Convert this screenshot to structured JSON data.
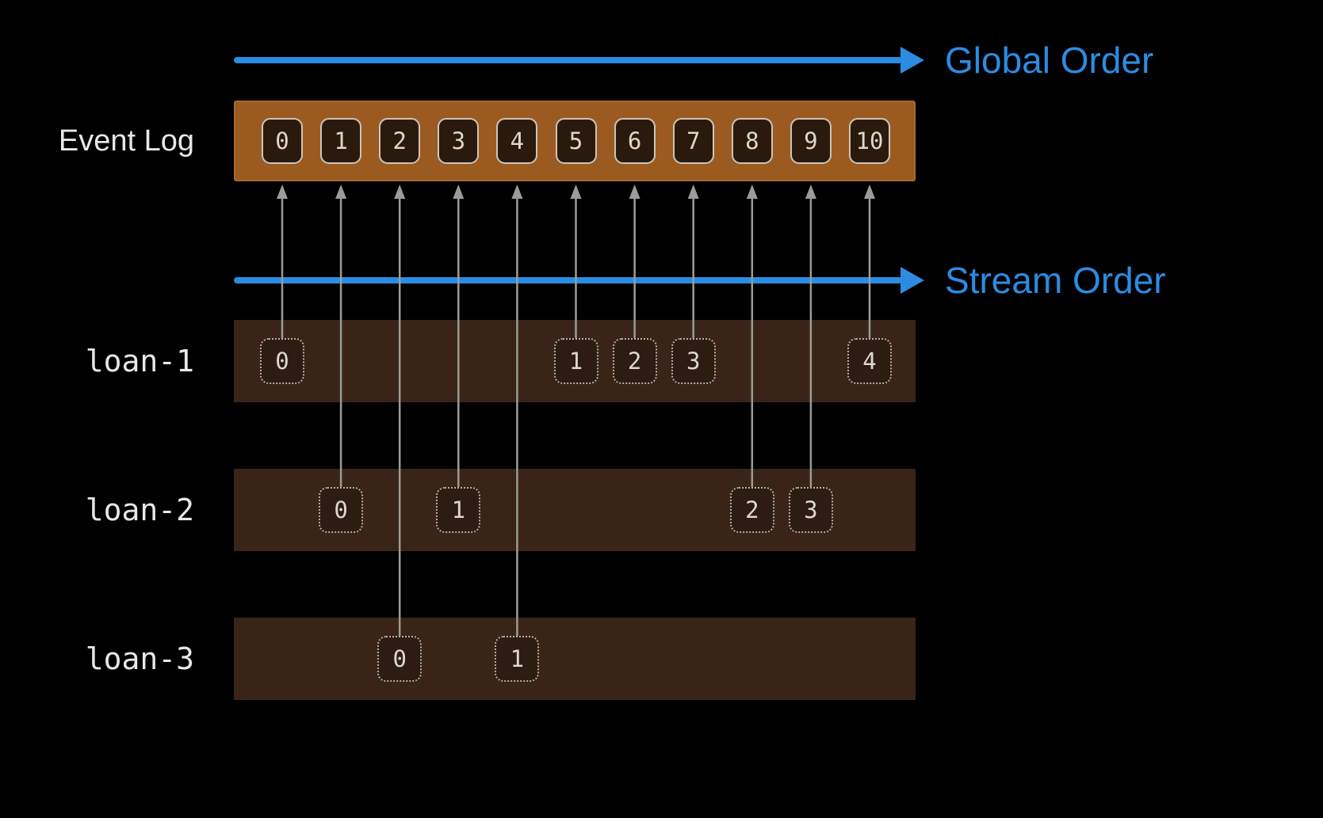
{
  "arrows": {
    "global": {
      "label": "Global Order"
    },
    "stream": {
      "label": "Stream Order"
    }
  },
  "event_log": {
    "label": "Event Log",
    "cells": [
      "0",
      "1",
      "2",
      "3",
      "4",
      "5",
      "6",
      "7",
      "8",
      "9",
      "10"
    ]
  },
  "streams": [
    {
      "label": "loan-1",
      "cells": [
        {
          "text": "0",
          "global_index": 0
        },
        {
          "text": "1",
          "global_index": 5
        },
        {
          "text": "2",
          "global_index": 6
        },
        {
          "text": "3",
          "global_index": 7
        },
        {
          "text": "4",
          "global_index": 10
        }
      ]
    },
    {
      "label": "loan-2",
      "cells": [
        {
          "text": "0",
          "global_index": 1
        },
        {
          "text": "1",
          "global_index": 3
        },
        {
          "text": "2",
          "global_index": 8
        },
        {
          "text": "3",
          "global_index": 9
        }
      ]
    },
    {
      "label": "loan-3",
      "cells": [
        {
          "text": "0",
          "global_index": 2
        },
        {
          "text": "1",
          "global_index": 4
        }
      ]
    }
  ],
  "colors": {
    "background": "#000000",
    "accent_blue": "#2b8ce2",
    "event_log_bar": "#9b5b20",
    "event_log_bar_border": "#a86a28",
    "event_cell_bg": "#2a1a0d",
    "cell_border": "#ccc5b8",
    "stream_bar": "#3a2418",
    "stream_cell_bg": "#2c1c11",
    "stream_cell_border": "#b7b2a6",
    "connector": "#9b9b97",
    "cell_text": "#ddd8cc",
    "label_text": "#e9e7e4"
  }
}
